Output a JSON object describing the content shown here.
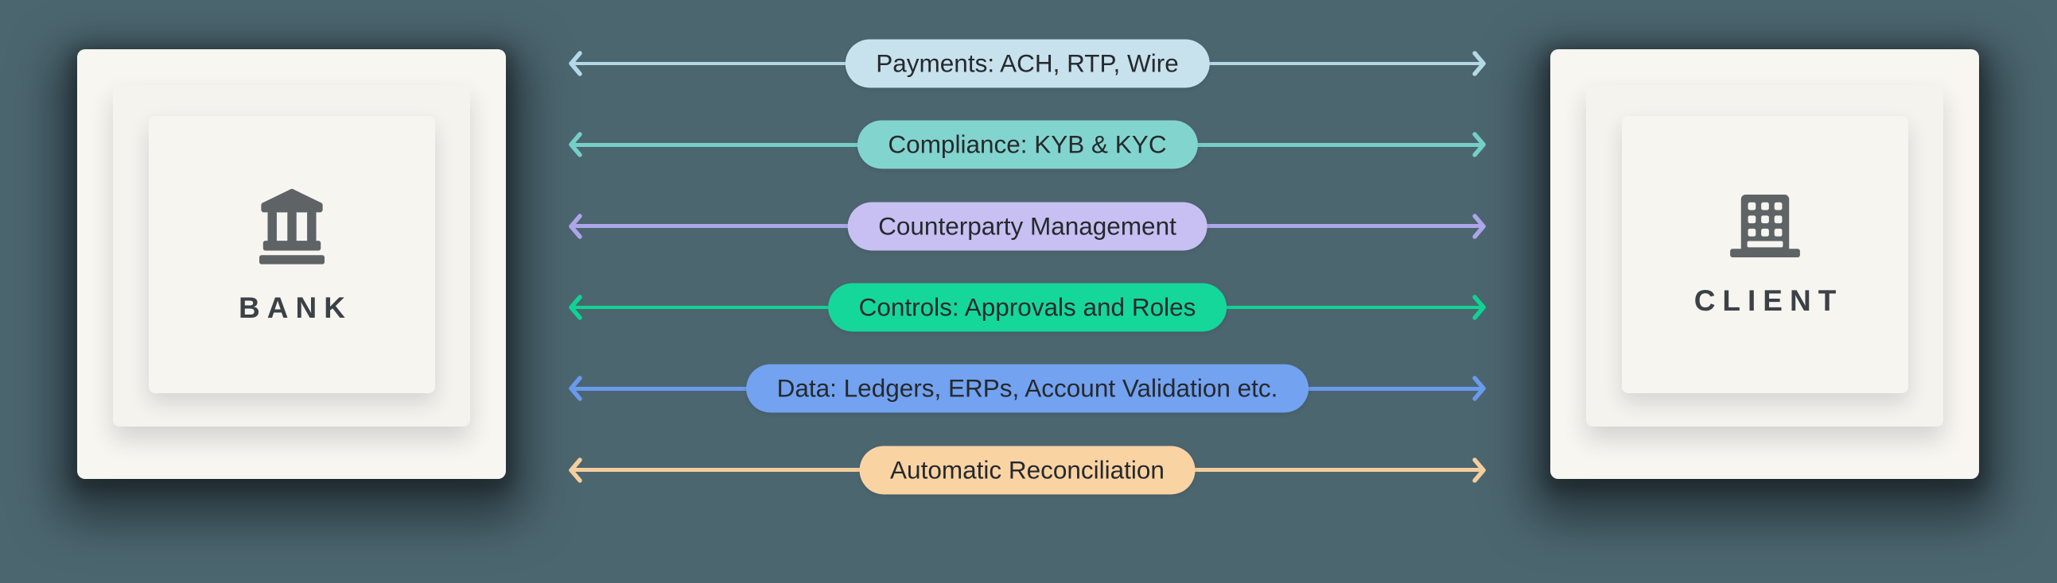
{
  "background_color": "#4C6670",
  "card_color": "#F6F5F0",
  "pill_text_color": "#26292D",
  "entity_label_color": "#3B4146",
  "entity_icon_color": "#5E6366",
  "bank": {
    "label": "BANK",
    "icon": "bank-building-icon"
  },
  "client": {
    "label": "CLIENT",
    "icon": "office-building-icon"
  },
  "connections": [
    {
      "label": "Payments: ACH, RTP, Wire",
      "pill_color": "#C7E2ED",
      "arrow_color": "#B3D9E6"
    },
    {
      "label": "Compliance: KYB & KYC",
      "pill_color": "#82D5CF",
      "arrow_color": "#75CFC8"
    },
    {
      "label": "Counterparty Management",
      "pill_color": "#C8BFF2",
      "arrow_color": "#ADA5E9"
    },
    {
      "label": "Controls: Approvals and Roles",
      "pill_color": "#16D79A",
      "arrow_color": "#0FD393"
    },
    {
      "label": "Data: Ledgers, ERPs, Account Validation etc.",
      "pill_color": "#72A2F0",
      "arrow_color": "#699AED"
    },
    {
      "label": "Automatic Reconciliation",
      "pill_color": "#FAD3A3",
      "arrow_color": "#F5CE9E"
    }
  ]
}
